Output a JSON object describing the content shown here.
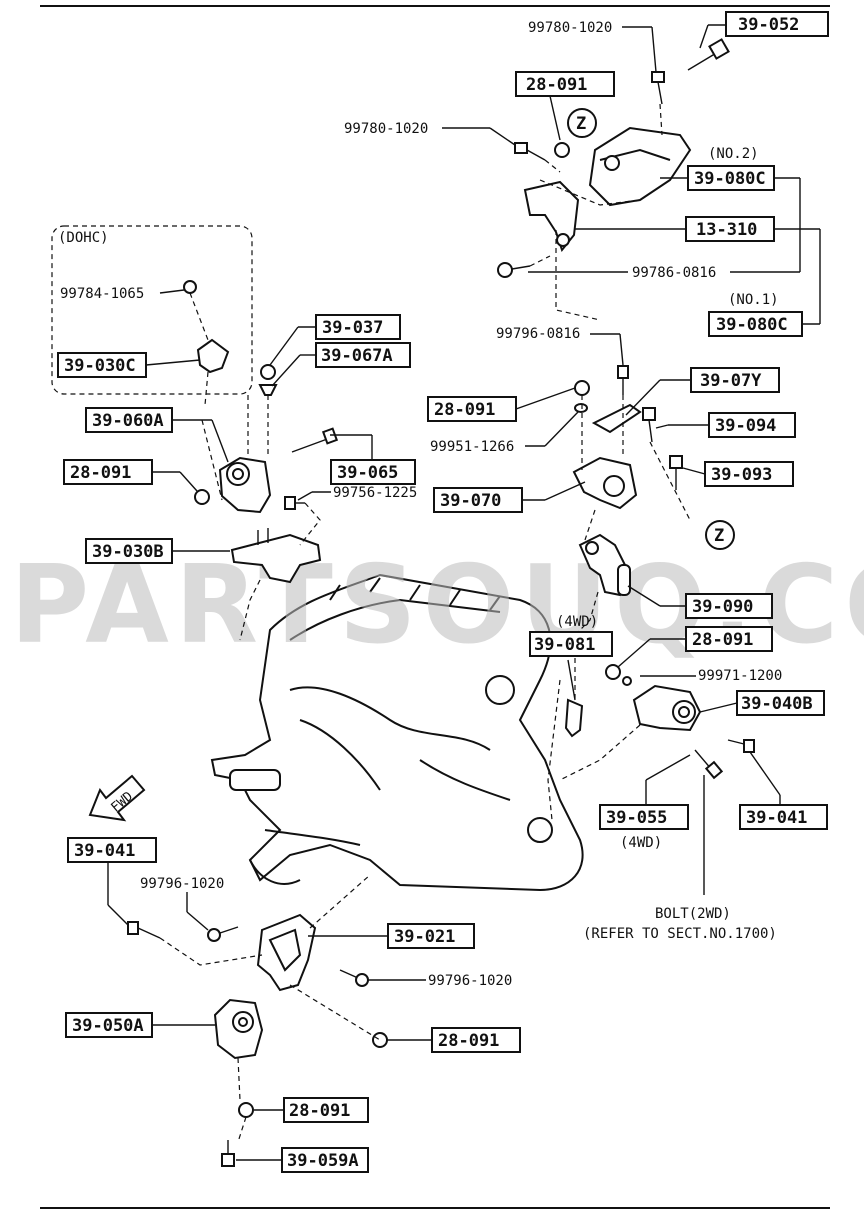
{
  "watermark": "PARTSOUQ.COM",
  "labels": {
    "p39_052": "39-052",
    "b99780_1020_top": "99780-1020",
    "p28_091_a": "28-091",
    "b99780_1020_mid": "99780-1020",
    "zone_z_top": "Z",
    "no2": "(NO.2)",
    "p39_080c_no2": "39-080C",
    "p13_310": "13-310",
    "b99786_0816": "99786-0816",
    "no1": "(NO.1)",
    "p39_080c_no1": "39-080C",
    "dohc": "(DOHC)",
    "b99784_1065": "99784-1065",
    "p39_030c": "39-030C",
    "p39_037": "39-037",
    "p39_067a": "39-067A",
    "p39_060a": "39-060A",
    "p39_065": "39-065",
    "p28_091_b": "28-091",
    "b99756_1225": "99756-1225",
    "p39_030b": "39-030B",
    "b99796_0816": "99796-0816",
    "p39_07y": "39-07Y",
    "p28_091_c": "28-091",
    "b99951_1266": "99951-1266",
    "p39_094": "39-094",
    "p39_093": "39-093",
    "p39_070": "39-070",
    "zone_z_mid": "Z",
    "p39_090": "39-090",
    "fwd4_a": "(4WD)",
    "p39_081": "39-081",
    "p28_091_d": "28-091",
    "b99971_1200": "99971-1200",
    "p39_040b": "39-040B",
    "fwd_arrow": "FWD",
    "p39_055": "39-055",
    "fwd4_b": "(4WD)",
    "p39_041_r": "39-041",
    "bolt2wd": "BOLT(2WD)",
    "refer": "(REFER TO SECT.NO.1700)",
    "p39_041_l": "39-041",
    "b99796_1020_a": "99796-1020",
    "p39_021": "39-021",
    "b99796_1020_b": "99796-1020",
    "p39_050a": "39-050A",
    "p28_091_e": "28-091",
    "p28_091_f": "28-091",
    "p39_059a": "39-059A"
  }
}
